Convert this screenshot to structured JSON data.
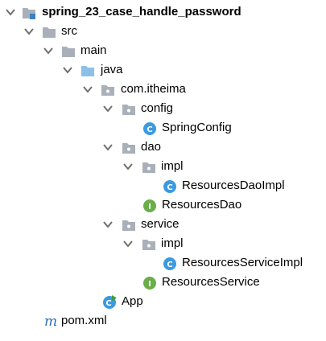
{
  "colors": {
    "folder": "#a9b0b9",
    "source_folder": "#8cc0e8",
    "class_icon": "#3b9ae0",
    "interface_icon": "#6aae4a",
    "maven_icon": "#2a6cb8",
    "arrow": "#6e6e6e",
    "run_badge": "#3a9a3a"
  },
  "project_tree": [
    {
      "label": "spring_23_case_handle_password",
      "icon": "module-folder-icon",
      "expanded": true
    },
    {
      "label": "src",
      "icon": "folder-icon",
      "expanded": true
    },
    {
      "label": "main",
      "icon": "folder-icon",
      "expanded": true
    },
    {
      "label": "java",
      "icon": "source-folder-icon",
      "expanded": true
    },
    {
      "label": "com.itheima",
      "icon": "package-icon",
      "expanded": true
    },
    {
      "label": "config",
      "icon": "package-icon",
      "expanded": true
    },
    {
      "label": "SpringConfig",
      "icon": "class-icon"
    },
    {
      "label": "dao",
      "icon": "package-icon",
      "expanded": true
    },
    {
      "label": "impl",
      "icon": "package-icon",
      "expanded": true
    },
    {
      "label": "ResourcesDaoImpl",
      "icon": "class-icon"
    },
    {
      "label": "ResourcesDao",
      "icon": "interface-icon"
    },
    {
      "label": "service",
      "icon": "package-icon",
      "expanded": true
    },
    {
      "label": "impl",
      "icon": "package-icon",
      "expanded": true
    },
    {
      "label": "ResourcesServiceImpl",
      "icon": "class-icon"
    },
    {
      "label": "ResourcesService",
      "icon": "interface-icon"
    },
    {
      "label": "App",
      "icon": "runnable-class-icon"
    },
    {
      "label": "pom.xml",
      "icon": "maven-icon"
    }
  ]
}
